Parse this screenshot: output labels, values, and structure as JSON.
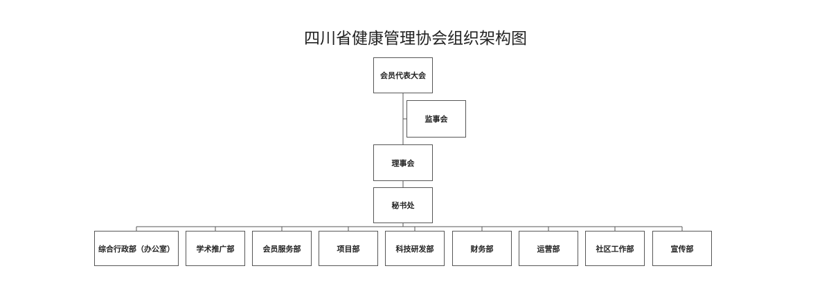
{
  "title": "四川省健康管理协会组织架构图",
  "nodes": {
    "assembly": "会员代表大会",
    "supervisory": "监事会",
    "council": "理事会",
    "secretariat": "秘书处"
  },
  "departments": [
    "综合行政部（办公室）",
    "学术推广部",
    "会员服务部",
    "项目部",
    "科技研发部",
    "财务部",
    "运营部",
    "社区工作部",
    "宣传部"
  ],
  "colors": {
    "line": "#555555",
    "box_border": "#555555",
    "text": "#222222"
  }
}
